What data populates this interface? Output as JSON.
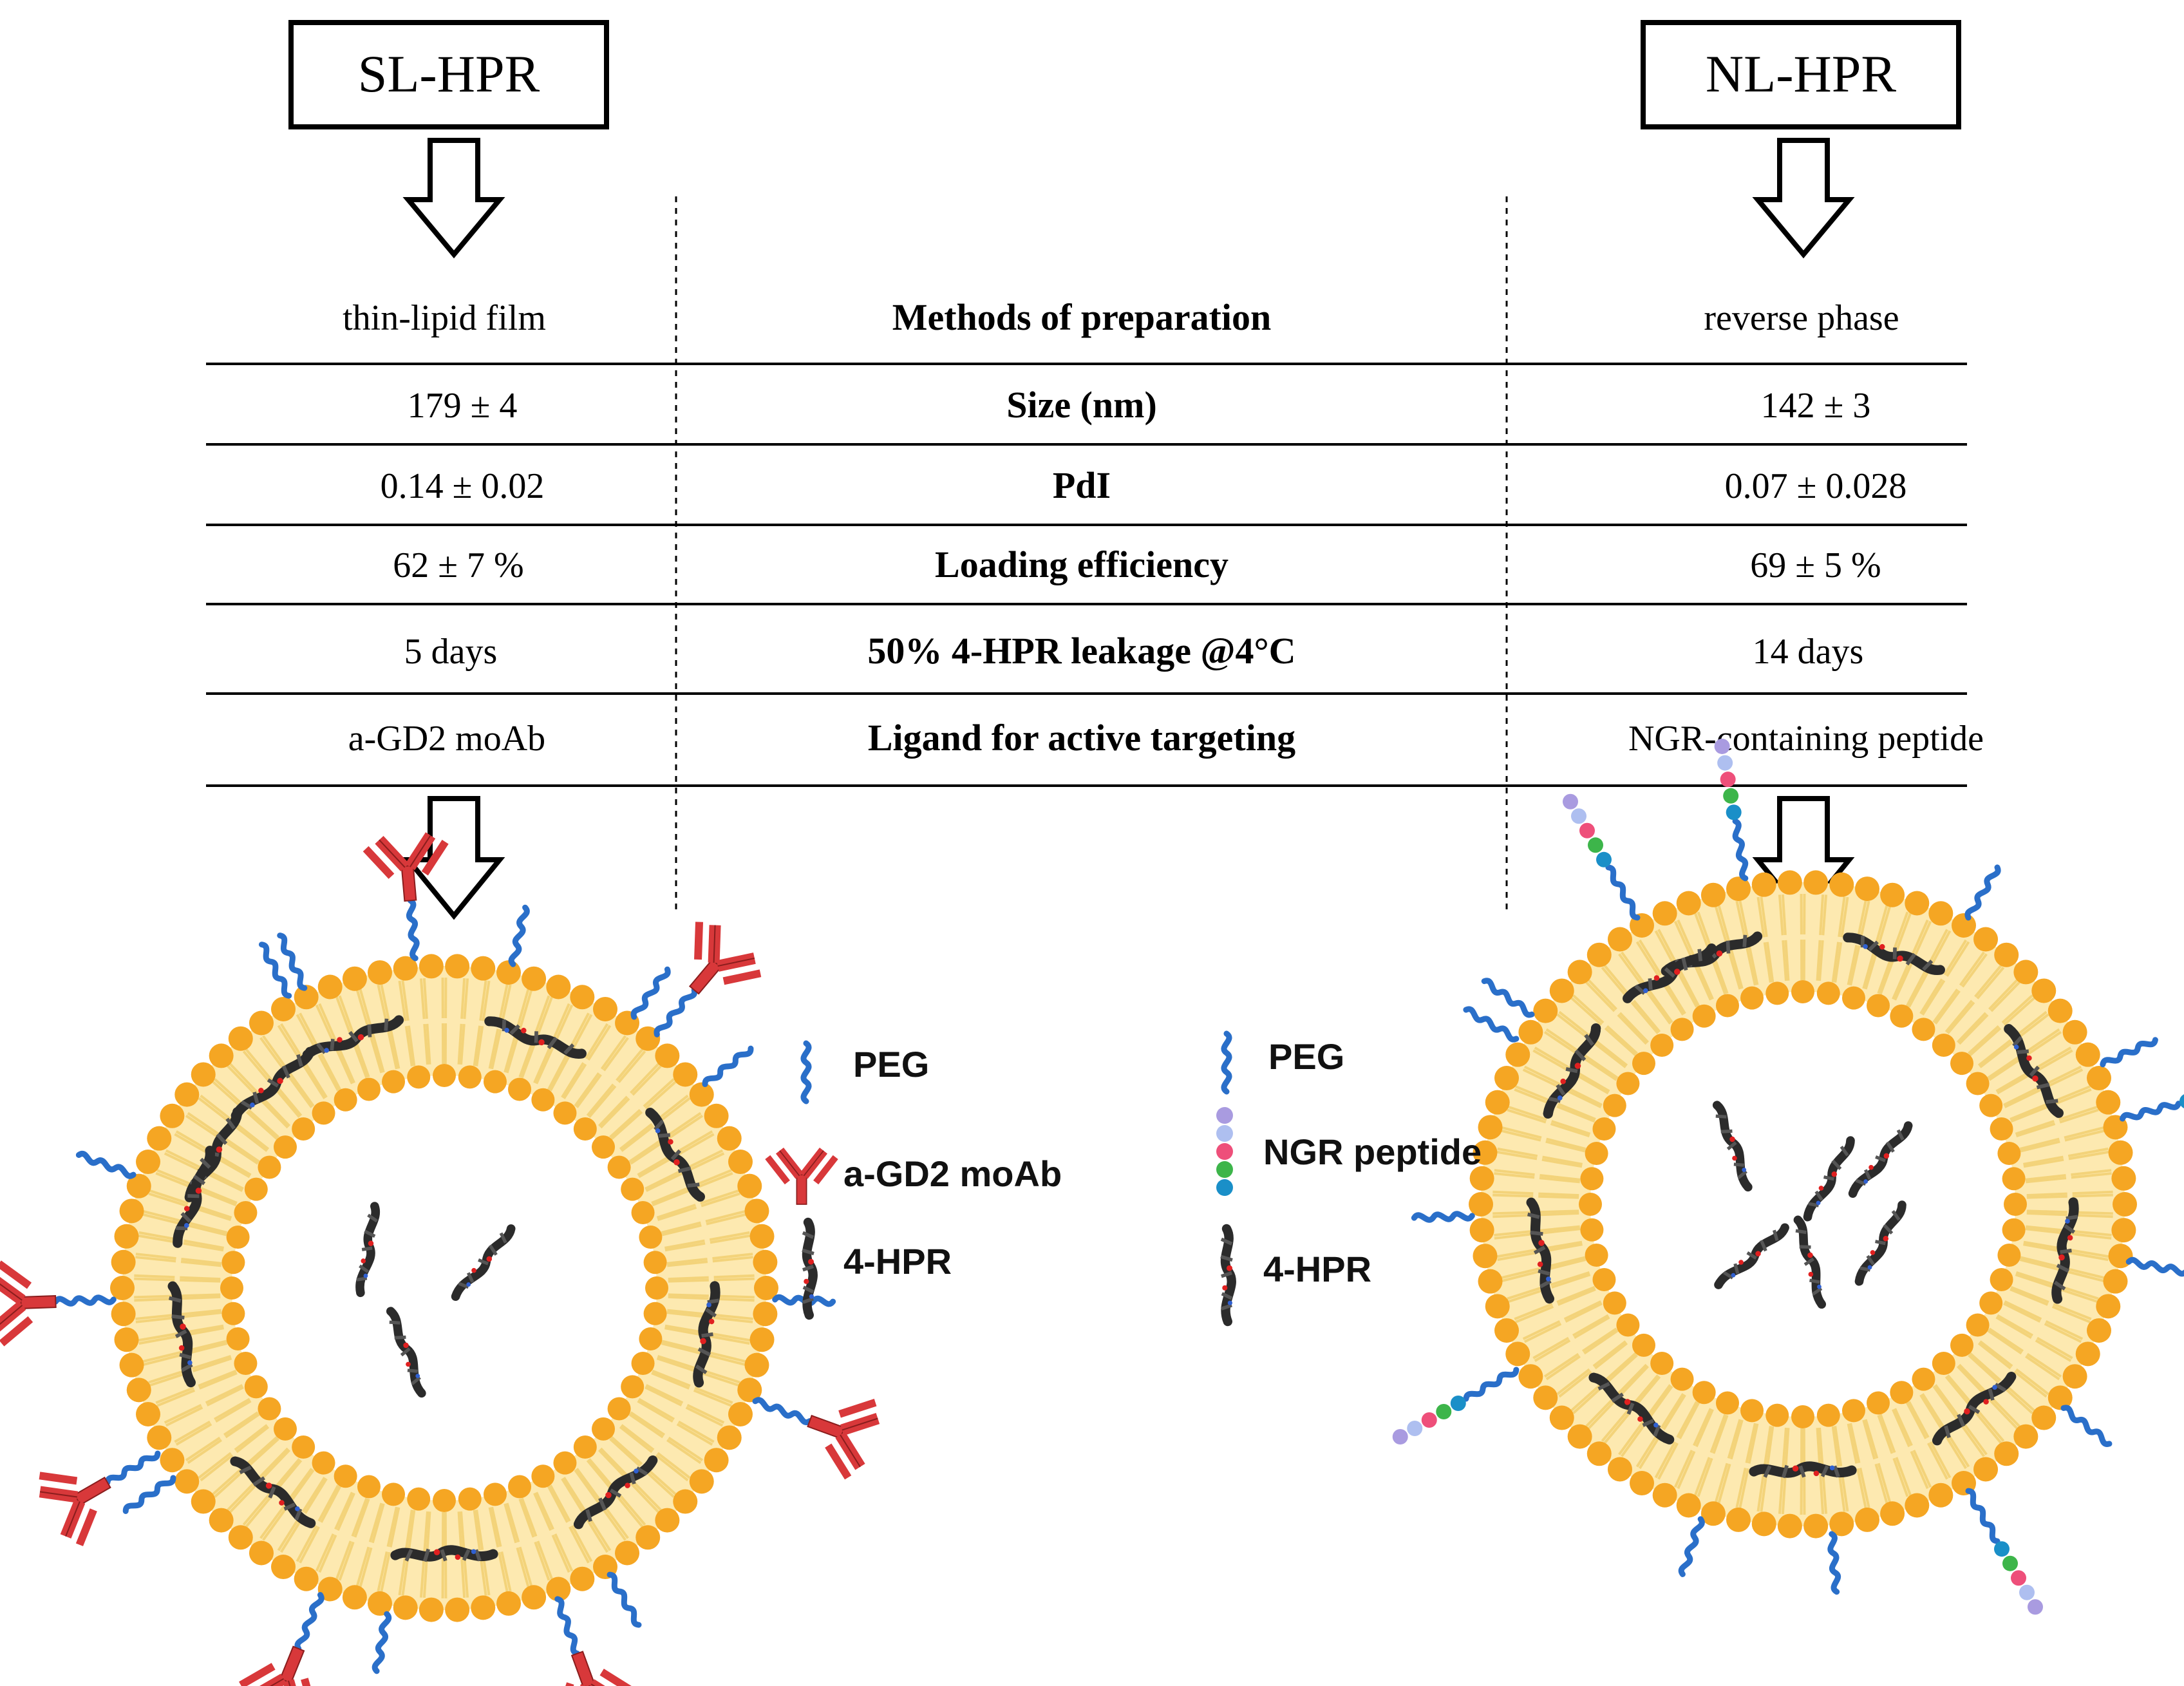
{
  "sl": {
    "title": "SL-HPR",
    "method": "thin-lipid  film",
    "size": "179 ± 4",
    "pdi": "0.14 ± 0.02",
    "loading": "62 ± 7 %",
    "leakage": "5 days",
    "ligand": "a-GD2 moAb"
  },
  "nl": {
    "title": "NL-HPR",
    "method": "reverse  phase",
    "size": "142 ± 3",
    "pdi": "0.07 ± 0.028",
    "loading": "69 ± 5 %",
    "leakage": "14 days",
    "ligand": "NGR-containing  peptide"
  },
  "labels": {
    "method": "Methods of preparation",
    "size": "Size (nm)",
    "pdi": "PdI",
    "loading": "Loading  efficiency",
    "leakage": "50% 4-HPR leakage @4°C",
    "ligand": "Ligand  for active targeting"
  },
  "legend_sl": {
    "peg": "PEG",
    "antibody": "a-GD2 moAb",
    "drug": "4-HPR"
  },
  "legend_nl": {
    "peg": "PEG",
    "peptide": "NGR peptide",
    "drug": "4-HPR"
  },
  "colors": {
    "lipid_head": "#f5a623",
    "lipid_fill": "#fde9b0",
    "lipid_tail": "#f3d37a",
    "peg": "#2a6fc9",
    "antibody": "#d8383a",
    "drug": "#333333",
    "peptide": [
      "#a99be0",
      "#aebff0",
      "#ee4f7a",
      "#3db54a",
      "#1a8fc8"
    ]
  }
}
